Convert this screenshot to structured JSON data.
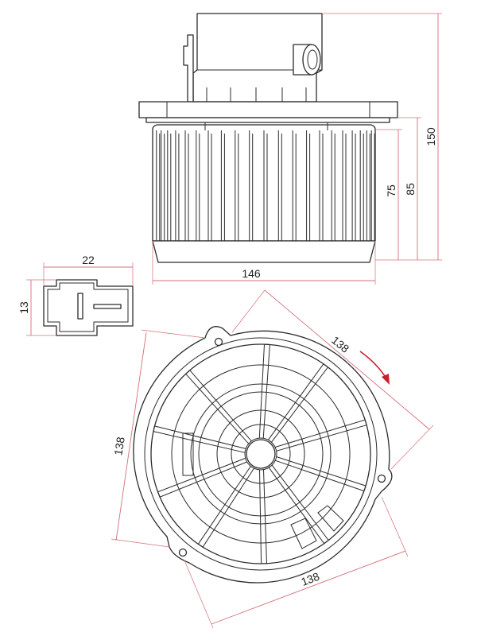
{
  "colors": {
    "outline": "#2b2b2b",
    "dimension_line": "#d4707a",
    "rotation_arrow": "#c8202c",
    "background": "#ffffff"
  },
  "dimensions": {
    "total_height": "150",
    "housing_height": "85",
    "wheel_height": "75",
    "wheel_diameter": "146",
    "connector_width": "22",
    "connector_height": "13",
    "flange_side_top": "138",
    "flange_side_left": "138",
    "flange_side_bottom": "138"
  },
  "icons": {
    "rotation": "curved-arrow-clockwise"
  }
}
